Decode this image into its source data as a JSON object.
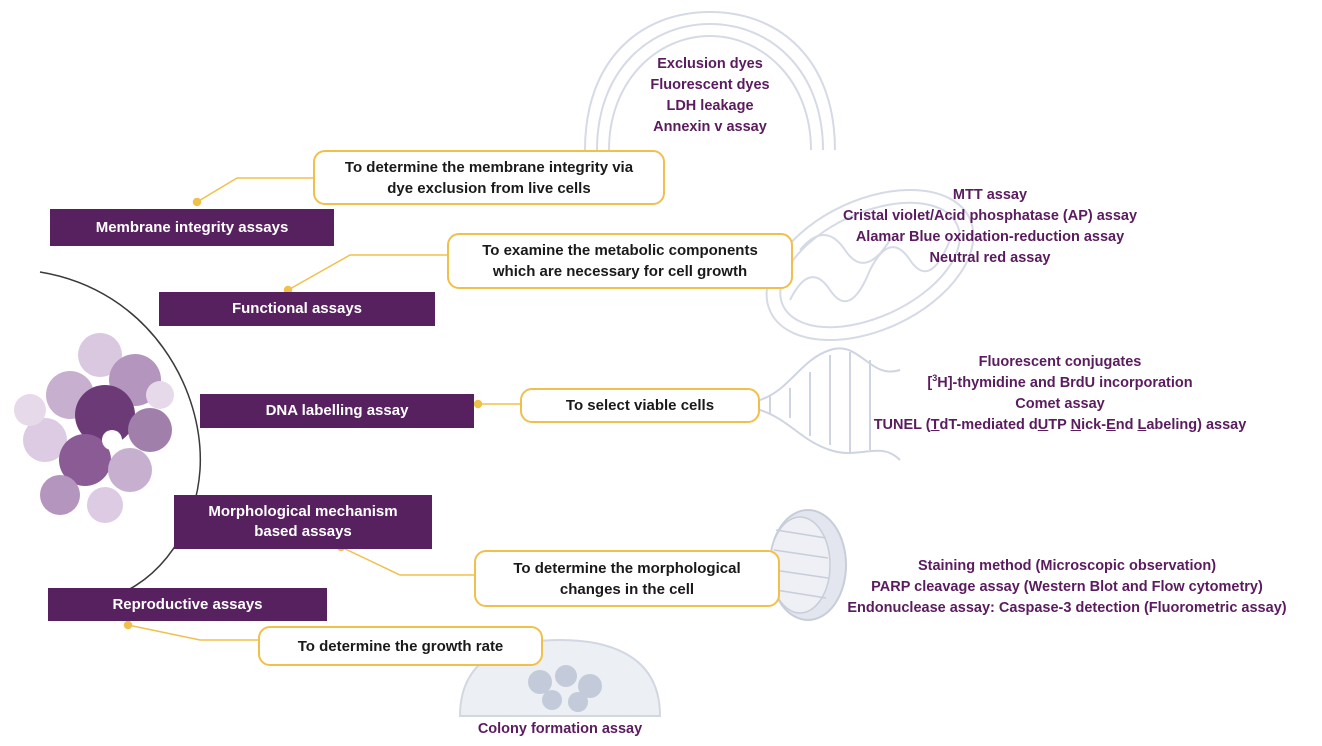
{
  "colors": {
    "assay_box": "#57205f",
    "assay_text": "#ffffff",
    "purpose_border": "#f0c04a",
    "connector": "#f0c04a",
    "method_text": "#5a1c5e",
    "illustration": "#d9dde7"
  },
  "icons": [
    "cell-cluster-icon",
    "cell-membrane-icon",
    "mitochondrion-icon",
    "dna-helix-icon",
    "nucleosome-icon",
    "petri-dish-icon"
  ],
  "assays": [
    {
      "name": "Membrane integrity assays",
      "purpose": "To determine the membrane integrity via\ndye exclusion from live cells",
      "methods": [
        "Exclusion dyes",
        "Fluorescent dyes",
        "LDH leakage",
        "Annexin v assay"
      ]
    },
    {
      "name": "Functional assays",
      "purpose": "To examine the metabolic components\nwhich are necessary for cell growth",
      "methods": [
        "MTT assay",
        "Cristal violet/Acid phosphatase (AP) assay",
        "Alamar Blue oxidation-reduction assay",
        "Neutral red assay"
      ]
    },
    {
      "name": "DNA labelling assay",
      "purpose": "To select viable cells",
      "methods": [
        "Fluorescent conjugates",
        "[3H]-thymidine and BrdU incorporation",
        "Comet assay",
        "TUNEL (TdT-mediated dUTP Nick-End Labeling) assay"
      ],
      "methods_parts": {
        "thymidine_pre": "[",
        "thymidine_sup": "3",
        "thymidine_post": "H]-thymidine and BrdU incorporation",
        "tunel_a": "TUNEL (",
        "tunel_b": "T",
        "tunel_c": "dT-mediated d",
        "tunel_d": "U",
        "tunel_e": "TP ",
        "tunel_f": "N",
        "tunel_g": "ick-",
        "tunel_h": "E",
        "tunel_i": "nd ",
        "tunel_j": "L",
        "tunel_k": "abeling) assay"
      }
    },
    {
      "name": "Morphological mechanism\nbased  assays",
      "purpose": "To determine the morphological\nchanges in the cell",
      "methods": [
        "Staining method (Microscopic observation)",
        "PARP cleavage assay (Western Blot and Flow cytometry)",
        "Endonuclease assay: Caspase-3 detection (Fluorometric assay)"
      ]
    },
    {
      "name": "Reproductive assays",
      "purpose": "To determine the growth rate",
      "methods": [
        "Colony formation assay"
      ]
    }
  ]
}
